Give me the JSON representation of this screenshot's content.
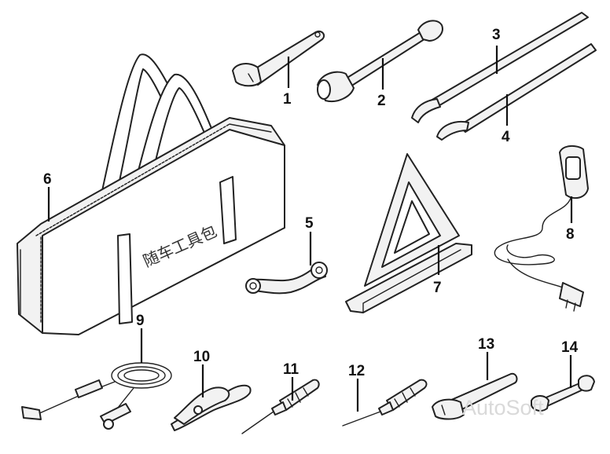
{
  "labels": {
    "n1": "1",
    "n2": "2",
    "n3": "3",
    "n4": "4",
    "n5": "5",
    "n6": "6",
    "n7": "7",
    "n8": "8",
    "n9": "9",
    "n10": "10",
    "n11": "11",
    "n12": "12",
    "n13": "13",
    "n14": "14"
  },
  "bag_text": "随车工具包",
  "watermark": "AutoSoft",
  "colors": {
    "outline": "#222222",
    "fill": "#f2f2f2",
    "background": "#ffffff"
  }
}
